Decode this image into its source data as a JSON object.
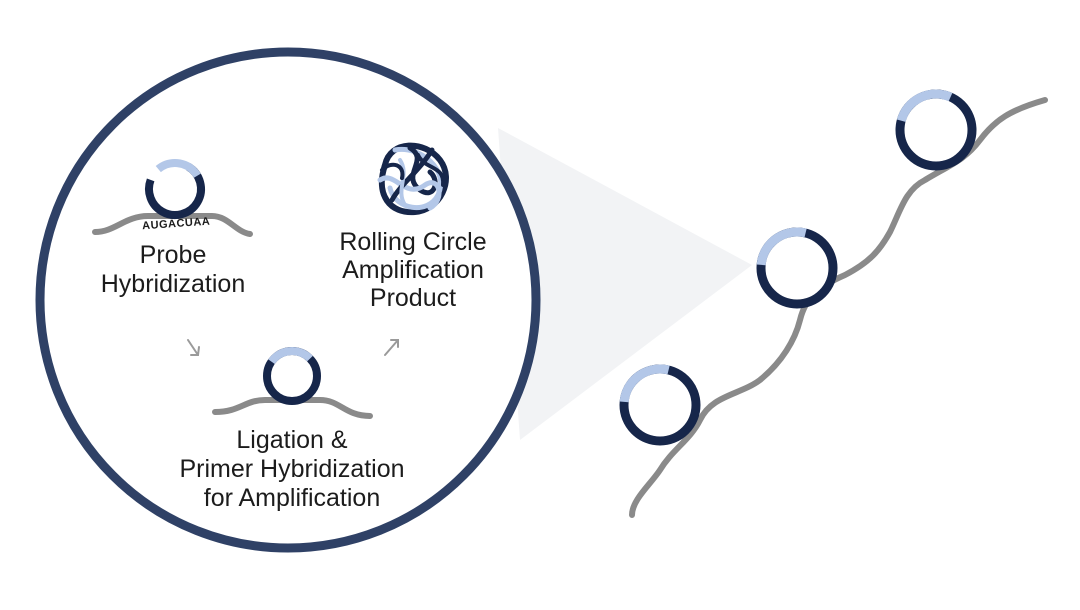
{
  "colors": {
    "navy": "#16264a",
    "light_blue": "#b3c7e8",
    "strand": "#8a8a8a",
    "zoom_cone": "#f2f3f5",
    "border": "#2f4166",
    "arrow": "#9a9a9a"
  },
  "icons": [
    "padlock-probe-icon",
    "rca-product-icon",
    "arrow-down-right-icon",
    "arrow-up-right-icon",
    "rna-strand-icon"
  ],
  "steps": {
    "probe": {
      "sequence": "AUGACUAA",
      "line1": "Probe",
      "line2": "Hybridization"
    },
    "ligation": {
      "line1": "Ligation &",
      "line2": "Primer Hybridization",
      "line3": "for Amplification"
    },
    "rca": {
      "line1": "Rolling Circle",
      "line2": "Amplification",
      "line3": "Product"
    }
  }
}
